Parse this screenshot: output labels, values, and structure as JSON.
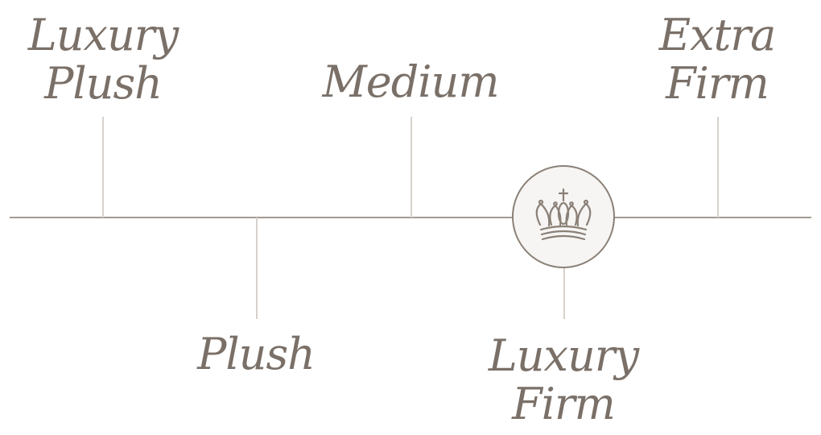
{
  "diagram": {
    "levels": [
      {
        "line1": "Luxury",
        "line2": "Plush"
      },
      {
        "line1": "Plush",
        "line2": ""
      },
      {
        "line1": "Medium",
        "line2": ""
      },
      {
        "line1": "Luxury",
        "line2": "Firm"
      },
      {
        "line1": "Extra",
        "line2": "Firm"
      }
    ],
    "highlight_icon": "crown-icon",
    "colors": {
      "axis": "#a39b93",
      "tick": "#d6d1cc",
      "text": "#7a7068",
      "badge_bg": "#f6f5f3",
      "badge_border": "#8a8077"
    }
  }
}
